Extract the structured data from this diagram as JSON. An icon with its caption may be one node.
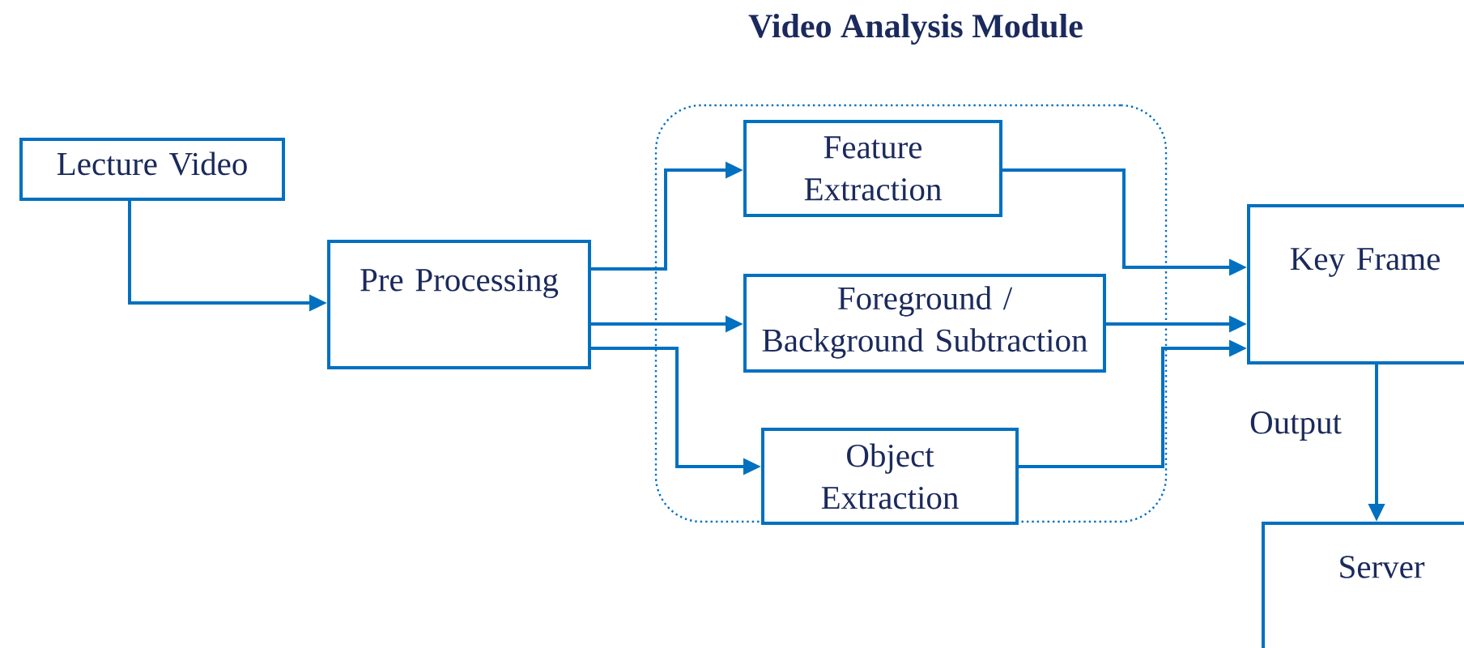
{
  "diagram": {
    "nodes": [
      {
        "text": [
          "Video Analysis Module"
        ]
      },
      {
        "text": [
          "Lecture Video"
        ]
      },
      {
        "text": [
          "Pre Processing"
        ]
      },
      {
        "text": [
          "Feature Extraction"
        ],
        "in": 0
      },
      {
        "text": [
          "Foreground / Background Subtraction"
        ],
        "in": 0
      },
      {
        "text": [
          "Object Extraction"
        ],
        "in": 0
      },
      {
        "text": [
          "Key Frame"
        ]
      },
      {
        "text": [
          "Server"
        ]
      }
    ],
    "edges": [
      {
        "from": 1,
        "to": 2,
        "arrow": "to"
      },
      {
        "from": 2,
        "to": 3,
        "arrow": "to"
      },
      {
        "from": 2,
        "to": 4,
        "arrow": "to"
      },
      {
        "from": 2,
        "to": 5,
        "arrow": "to"
      },
      {
        "from": 3,
        "to": 6,
        "arrow": "to"
      },
      {
        "from": 4,
        "to": 6,
        "arrow": "to"
      },
      {
        "from": 5,
        "to": 6,
        "arrow": "to"
      },
      {
        "from": 6,
        "to": 7,
        "arrow": "to",
        "label": "Output"
      }
    ]
  }
}
